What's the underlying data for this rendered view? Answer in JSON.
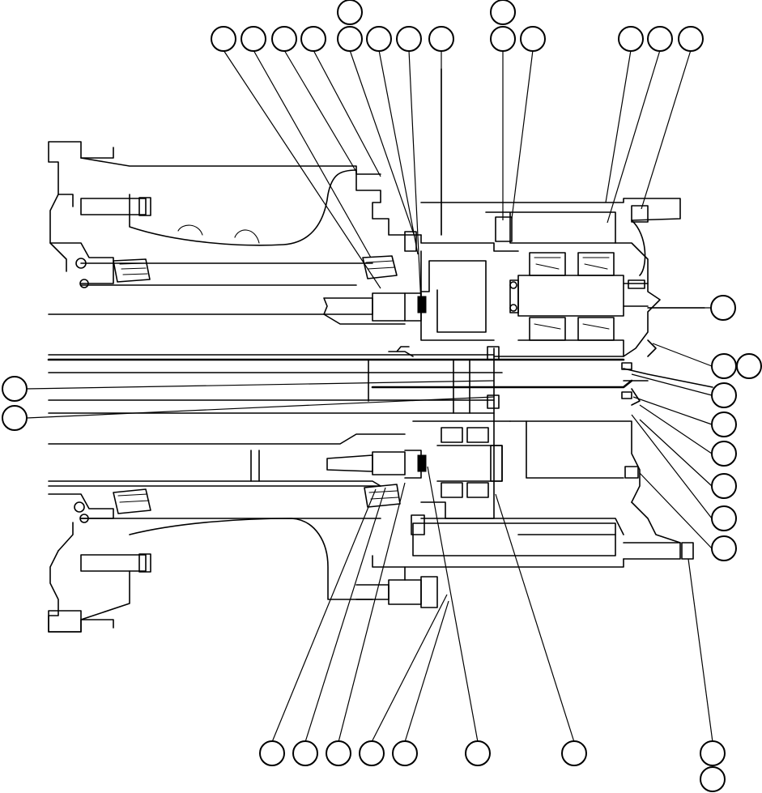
{
  "figure": {
    "type": "exploded sectional assembly drawing",
    "style": "black line art on white",
    "accent_color": "#000000",
    "background_color": "#ffffff",
    "callout_style": "empty reference circles with leader lines",
    "callout_count": 40,
    "callout_numbers_printed": false
  }
}
